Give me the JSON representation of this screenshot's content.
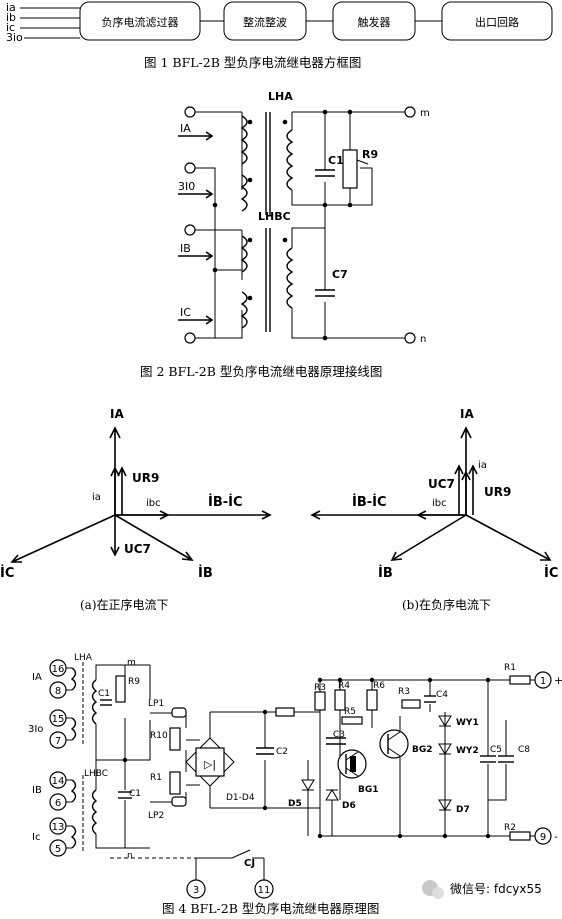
{
  "fig1": {
    "caption": "图 1   BFL-2B 型负序电流继电器方框图",
    "inputs": [
      "ia",
      "ib",
      "ic",
      "3io"
    ],
    "blocks": [
      "负序电流滤过器",
      "整流整波",
      "触发器",
      "出口回路"
    ]
  },
  "fig2": {
    "caption": "图 2   BFL-2B 型负序电流继电器原理接线图",
    "labels": {
      "lha": "LHA",
      "lhbc": "LHBC",
      "ia": "IA",
      "i0": "3I0",
      "ib": "IB",
      "ic": "IC",
      "c1": "C1",
      "r9": "R9",
      "c7": "C7",
      "m": "m",
      "n": "n"
    }
  },
  "fig3": {
    "left": {
      "caption": "(a)在正序电流下",
      "labels": {
        "ia_top": "IA",
        "ur9": "UR9",
        "ia": "ia",
        "ibc": "ibc",
        "ib_ic": "İB-İC",
        "uc7": "UC7",
        "ic": "İC",
        "ib": "İB"
      }
    },
    "right": {
      "caption": "(b)在负序电流下",
      "labels": {
        "ia_top": "IA",
        "ia": "ia",
        "uc7": "UC7",
        "ur9": "UR9",
        "ib_ic": "İB-İC",
        "ibc": "ibc",
        "ib": "İB",
        "ic": "İC"
      }
    }
  },
  "fig4": {
    "caption": "图 4   BFL-2B 型负序电流继电器原理图",
    "watermark": "微信号: fdcyx55",
    "terminals": {
      "t16": "16",
      "t8": "8",
      "t15": "15",
      "t7": "7",
      "t14": "14",
      "t6": "6",
      "t13": "13",
      "t5": "5",
      "t1": "1",
      "t9": "9",
      "t3": "3",
      "t11": "11"
    },
    "labels": {
      "ia": "IA",
      "i0": "3Io",
      "ib": "IB",
      "ic": "Ic",
      "lha": "LHA",
      "lhbc": "LHBC",
      "m": "m",
      "n": "n",
      "c1a": "C1",
      "r9": "R9",
      "c1b": "C1",
      "lp1": "LP1",
      "lp2": "LP2",
      "r10": "R10",
      "r1a": "R1",
      "d1d4": "D1-D4",
      "c2": "C2",
      "d5": "D5",
      "d6": "D6",
      "r3a": "R3",
      "r4": "R4",
      "r5": "R5",
      "r6": "R6",
      "c3": "C3",
      "bg1": "BG1",
      "r3b": "R3",
      "c4": "C4",
      "bg2": "BG2",
      "wy1": "WY1",
      "wy2": "WY2",
      "d7": "D7",
      "c5": "C5",
      "c8": "C8",
      "r1b": "R1",
      "r2": "R2",
      "cj": "CJ",
      "plus": "+",
      "minus": "-"
    }
  }
}
